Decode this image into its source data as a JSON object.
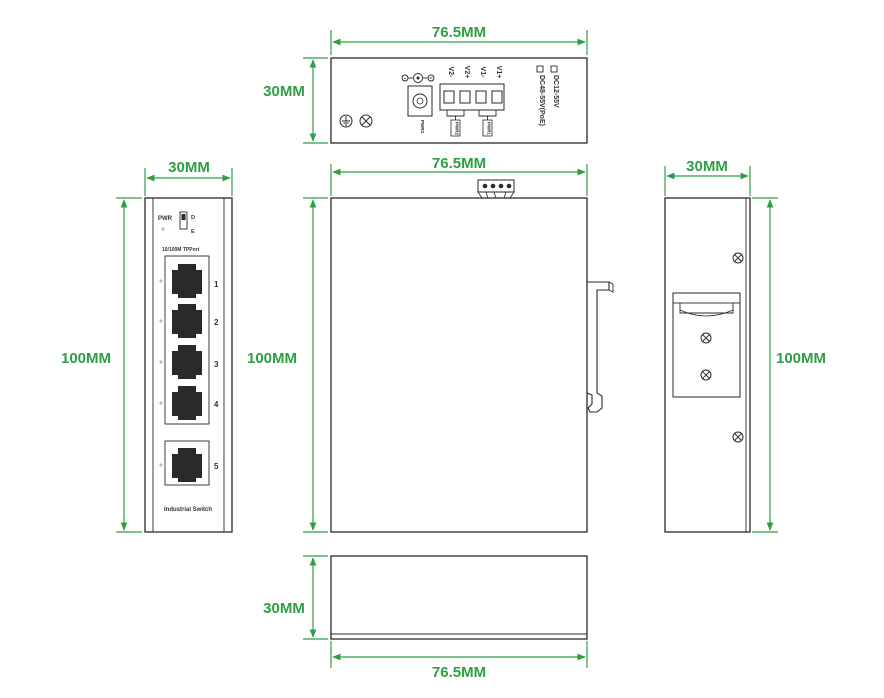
{
  "colors": {
    "dimension": "#2f9e44",
    "outline": "#2a2a2a",
    "background": "#ffffff"
  },
  "top_view": {
    "width_label": "76.5MM",
    "depth_label": "30MM",
    "terminal_labels": [
      "V2-",
      "V2+",
      "V1-",
      "V1+"
    ],
    "power_jack_label": "PWR3",
    "terminal_group_labels": [
      "PWR2",
      "PWR1"
    ],
    "voltage_options": [
      "DC12-55V",
      "DC48-55V(PoE)"
    ],
    "icons": [
      "ground-icon",
      "screw-icon",
      "dc-polarity-icon"
    ]
  },
  "front_view": {
    "width_label": "30MM",
    "height_label": "100MM",
    "pwr_label": "PWR",
    "switch_labels": [
      "D",
      "E"
    ],
    "port_header": "10/100M TPPort",
    "port_numbers": [
      "1",
      "2",
      "3",
      "4",
      "5"
    ],
    "brand_label": "Industrial Switch"
  },
  "side_view": {
    "width_label": "76.5MM",
    "height_label": "100MM"
  },
  "rear_view": {
    "width_label": "30MM",
    "height_label": "100MM"
  },
  "bottom_view": {
    "width_label": "76.5MM",
    "depth_label": "30MM"
  }
}
